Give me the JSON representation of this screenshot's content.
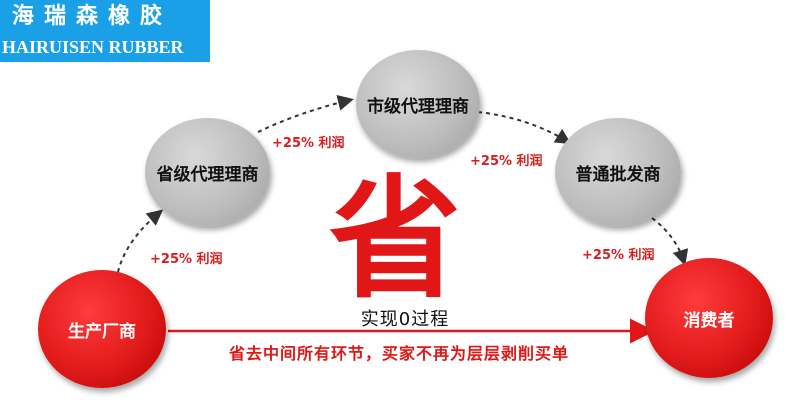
{
  "brand": {
    "name_cn": "海瑞森橡胶",
    "name_en": "HAIRUISEN RUBBER",
    "background_color": "#1aa0e6"
  },
  "nodes": {
    "manufacturer": "生产厂商",
    "provincial_agent": "省级代理理商",
    "city_agent": "市级代理理商",
    "wholesaler": "普通批发商",
    "consumer": "消费者"
  },
  "profit_labels": {
    "manufacturer_to_provincial": "+25% 利润",
    "provincial_to_city": "+25% 利润",
    "city_to_wholesaler": "+25% 利润",
    "wholesaler_to_consumer": "+25% 利润"
  },
  "center": {
    "big_char": "省",
    "subtitle": "实现0过程",
    "slogan": "省去中间所有环节，买家不再为层层剥削买单"
  },
  "colors": {
    "accent_red": "#e11616",
    "node_gray": "#bdbdbd",
    "dashed_arrow": "#333333"
  }
}
